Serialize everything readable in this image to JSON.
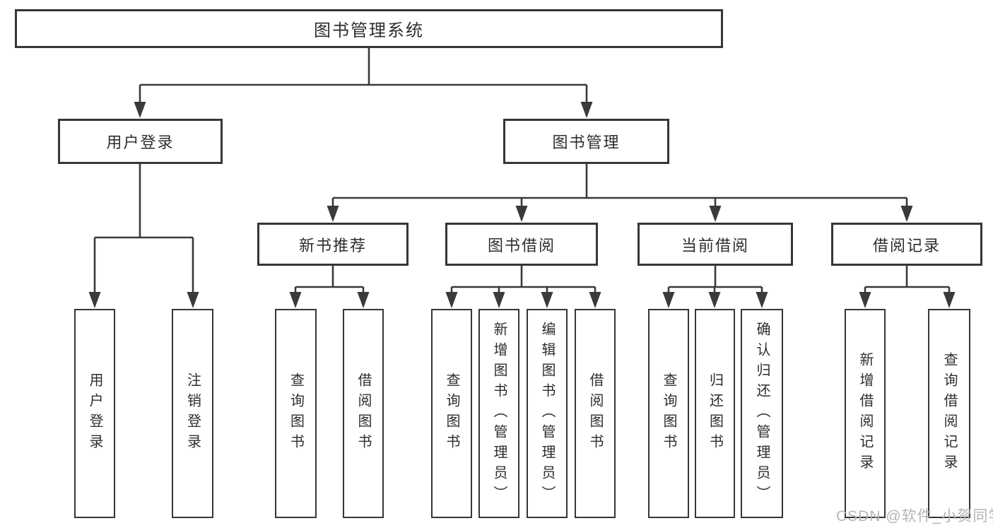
{
  "diagram": {
    "root": {
      "label": "图书管理系统"
    },
    "branches": [
      {
        "label": "用户登录",
        "children": [
          {
            "label": "用户登录"
          },
          {
            "label": "注销登录"
          }
        ]
      },
      {
        "label": "图书管理",
        "sections": [
          {
            "label": "新书推荐",
            "children": [
              {
                "label": "查询图书"
              },
              {
                "label": "借阅图书"
              }
            ]
          },
          {
            "label": "图书借阅",
            "children": [
              {
                "label": "查询图书"
              },
              {
                "label": "新增图书（管理员）"
              },
              {
                "label": "编辑图书（管理员）"
              },
              {
                "label": "借阅图书"
              }
            ]
          },
          {
            "label": "当前借阅",
            "children": [
              {
                "label": "查询图书"
              },
              {
                "label": "归还图书"
              },
              {
                "label": "确认归还（管理员）"
              }
            ]
          },
          {
            "label": "借阅记录",
            "children": [
              {
                "label": "新增借阅记录"
              },
              {
                "label": "查询借阅记录"
              }
            ]
          }
        ]
      }
    ]
  },
  "watermark": {
    "text": "CSDN @软件_小贺同学"
  },
  "colors": {
    "line": "#3a3a3a",
    "box_border": "#363636",
    "box_background": "#ffffff",
    "text": "#2e2e2e",
    "watermark": "#b5b5b5"
  }
}
